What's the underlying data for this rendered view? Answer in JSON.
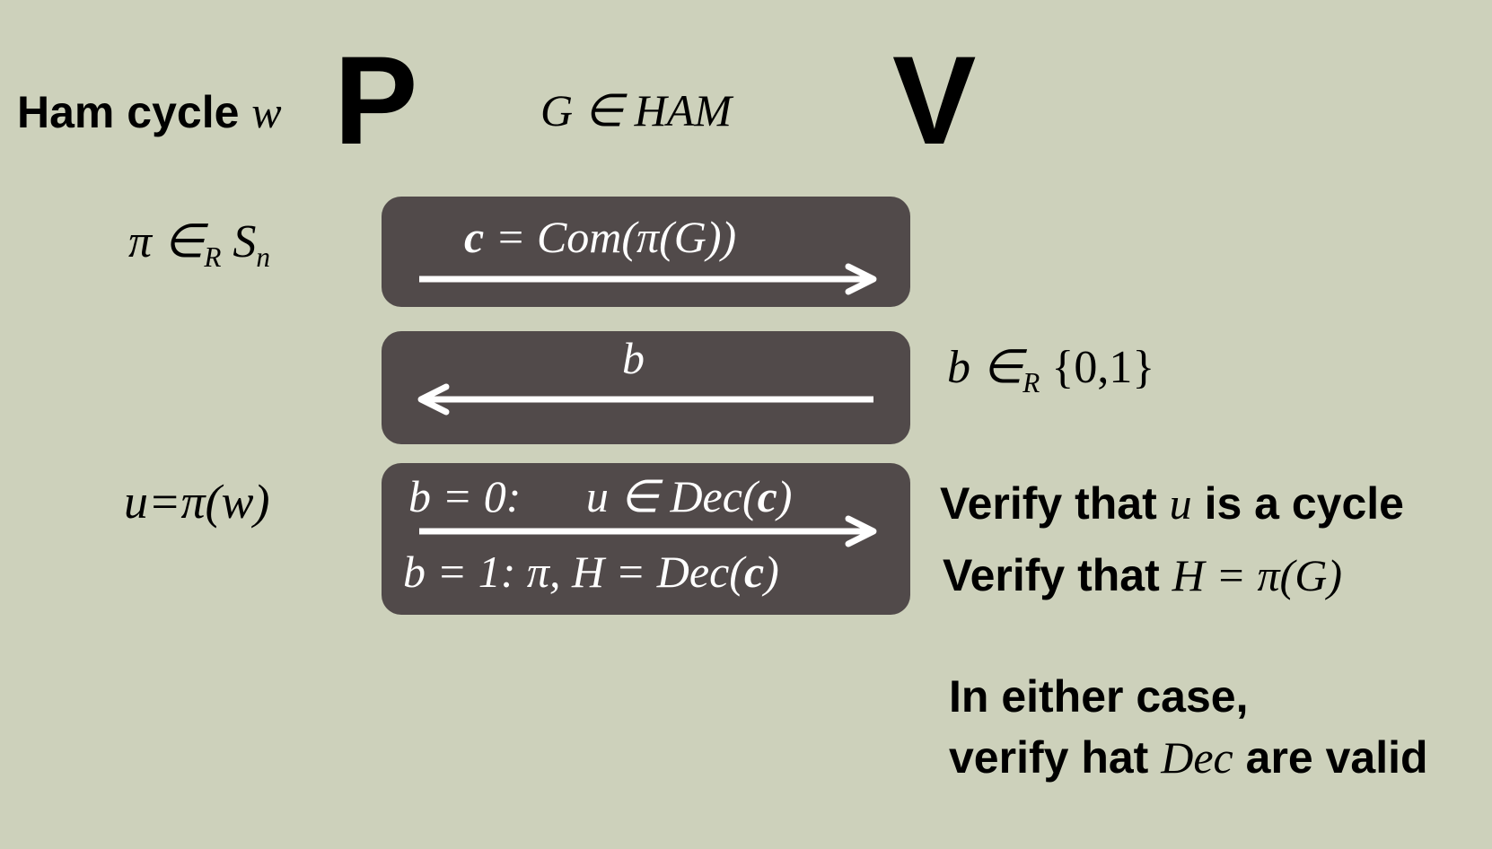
{
  "header": {
    "prover_witness_label": "Ham cycle",
    "prover_witness_var": "w",
    "prover_letter": "P",
    "statement": "G ∈ HAM",
    "verifier_letter": "V"
  },
  "left": {
    "perm_sample": "π ∈",
    "perm_sample_sub": "R",
    "perm_sample_set": "S",
    "perm_sample_set_sub": "n",
    "u_def": "u=π(w)"
  },
  "messages": [
    {
      "text": "c",
      "rest": " = Com(π(G))",
      "direction": "right"
    },
    {
      "text": "b",
      "direction": "left"
    },
    {
      "line1_a": "b = 0:",
      "line1_b": "u ∈ Dec(",
      "line1_c": "c",
      "line1_d": ")",
      "line2_a": "b = 1: π, H = Dec(",
      "line2_c": "c",
      "line2_d": ")",
      "direction": "right"
    }
  ],
  "right": {
    "challenge": "b ∈",
    "challenge_sub": "R",
    "challenge_set": "{0,1}",
    "verify1_a": "Verify that",
    "verify1_var": "u",
    "verify1_b": "is a cycle",
    "verify2_a": "Verify that",
    "verify2_expr": "H = π(G)",
    "either_line1": "In either case,",
    "either_line2_a": "verify hat",
    "either_line2_var": "Dec",
    "either_line2_b": "are valid"
  },
  "colors": {
    "background": "#cdd1bb",
    "box": "#514a4a",
    "arrow": "#ffffff"
  }
}
